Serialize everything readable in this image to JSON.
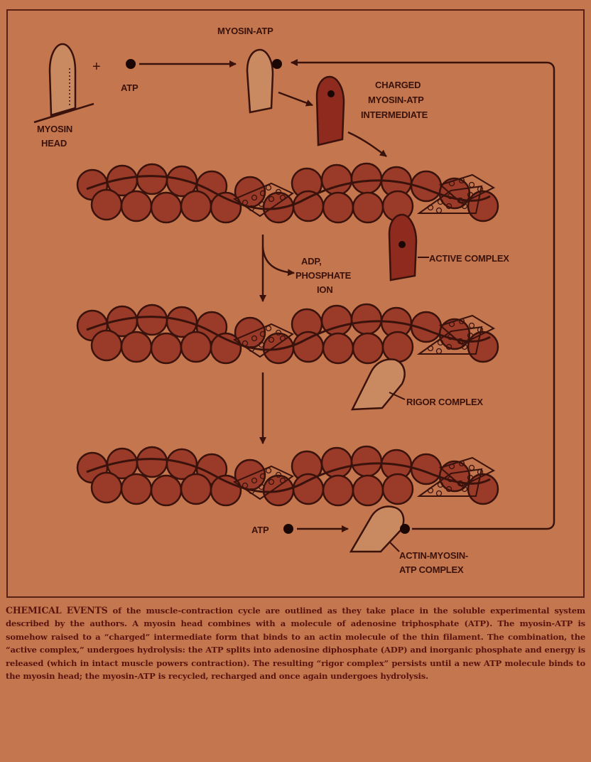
{
  "labels": {
    "myosin_atp": "MYOSIN-ATP",
    "atp_top": "ATP",
    "plus": "+",
    "myosin_head": [
      "MYOSIN",
      "HEAD"
    ],
    "charged_intermediate": [
      "CHARGED",
      "MYOSIN-ATP",
      "INTERMEDIATE"
    ],
    "active_complex": "ACTIVE COMPLEX",
    "adp_phosphate": [
      "ADP,",
      "PHOSPHATE",
      "ION"
    ],
    "rigor_complex": "RIGOR COMPLEX",
    "atp_bottom": "ATP",
    "actin_myosin_atp": [
      "ACTIN-MYOSIN-",
      "ATP COMPLEX"
    ]
  },
  "caption": {
    "lead": "CHEMICAL EVENTS",
    "text": " of the muscle-contraction cycle are outlined as they take place in the soluble experimental system described by the authors. A myosin head combines with a molecule of adenosine triphosphate (ATP). The myosin-ATP is somehow raised to a “charged” intermediate form that binds to an actin molecule of the thin filament. The combination, the “active complex,” undergoes hydrolysis: the ATP splits into adenosine diphosphate (ADP) and inorganic phosphate and energy is released (which in intact muscle powers contraction). The resulting “rigor complex” persists until a new ATP molecule binds to the myosin head; the myosin-ATP is recycled, recharged and once again undergoes hydrolysis."
  },
  "colors": {
    "background": "#c4774e",
    "ink": "#3a120c",
    "actin_bead": "#9a3a28",
    "charged_head": "#8e2a1e",
    "caption_text": "#5a1410"
  }
}
